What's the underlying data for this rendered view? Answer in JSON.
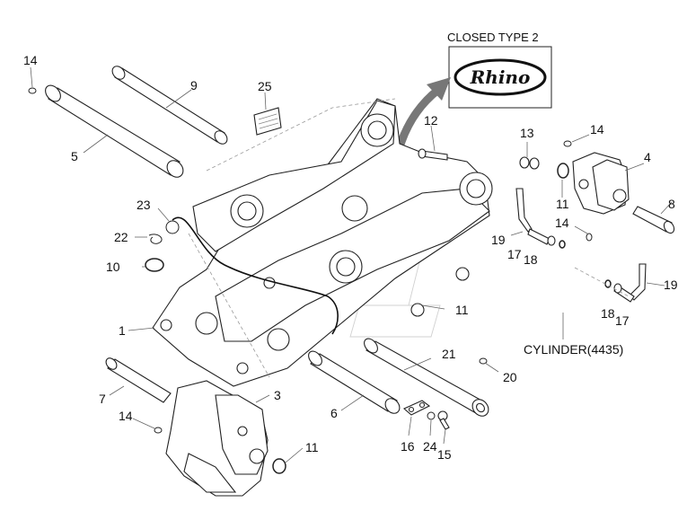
{
  "closed_type_label": "CLOSED TYPE 2",
  "logo_text": "Rhino",
  "cylinder_label": "CYLINDER(4435)",
  "callouts": {
    "c14a": "14",
    "c9": "9",
    "c25": "25",
    "c5": "5",
    "c12": "12",
    "c13": "13",
    "c14b": "14",
    "c4": "4",
    "c11a": "11",
    "c8": "8",
    "c14c": "14",
    "c23": "23",
    "c19a": "19",
    "c17a": "17",
    "c18a": "18",
    "c22": "22",
    "c10": "10",
    "c19b": "19",
    "c18b": "18",
    "c17b": "17",
    "c1": "1",
    "c11b": "11",
    "c21": "21",
    "c20": "20",
    "c7": "7",
    "c3": "3",
    "c14d": "14",
    "c6": "6",
    "c11c": "11",
    "c16": "16",
    "c24": "24",
    "c15": "15"
  }
}
